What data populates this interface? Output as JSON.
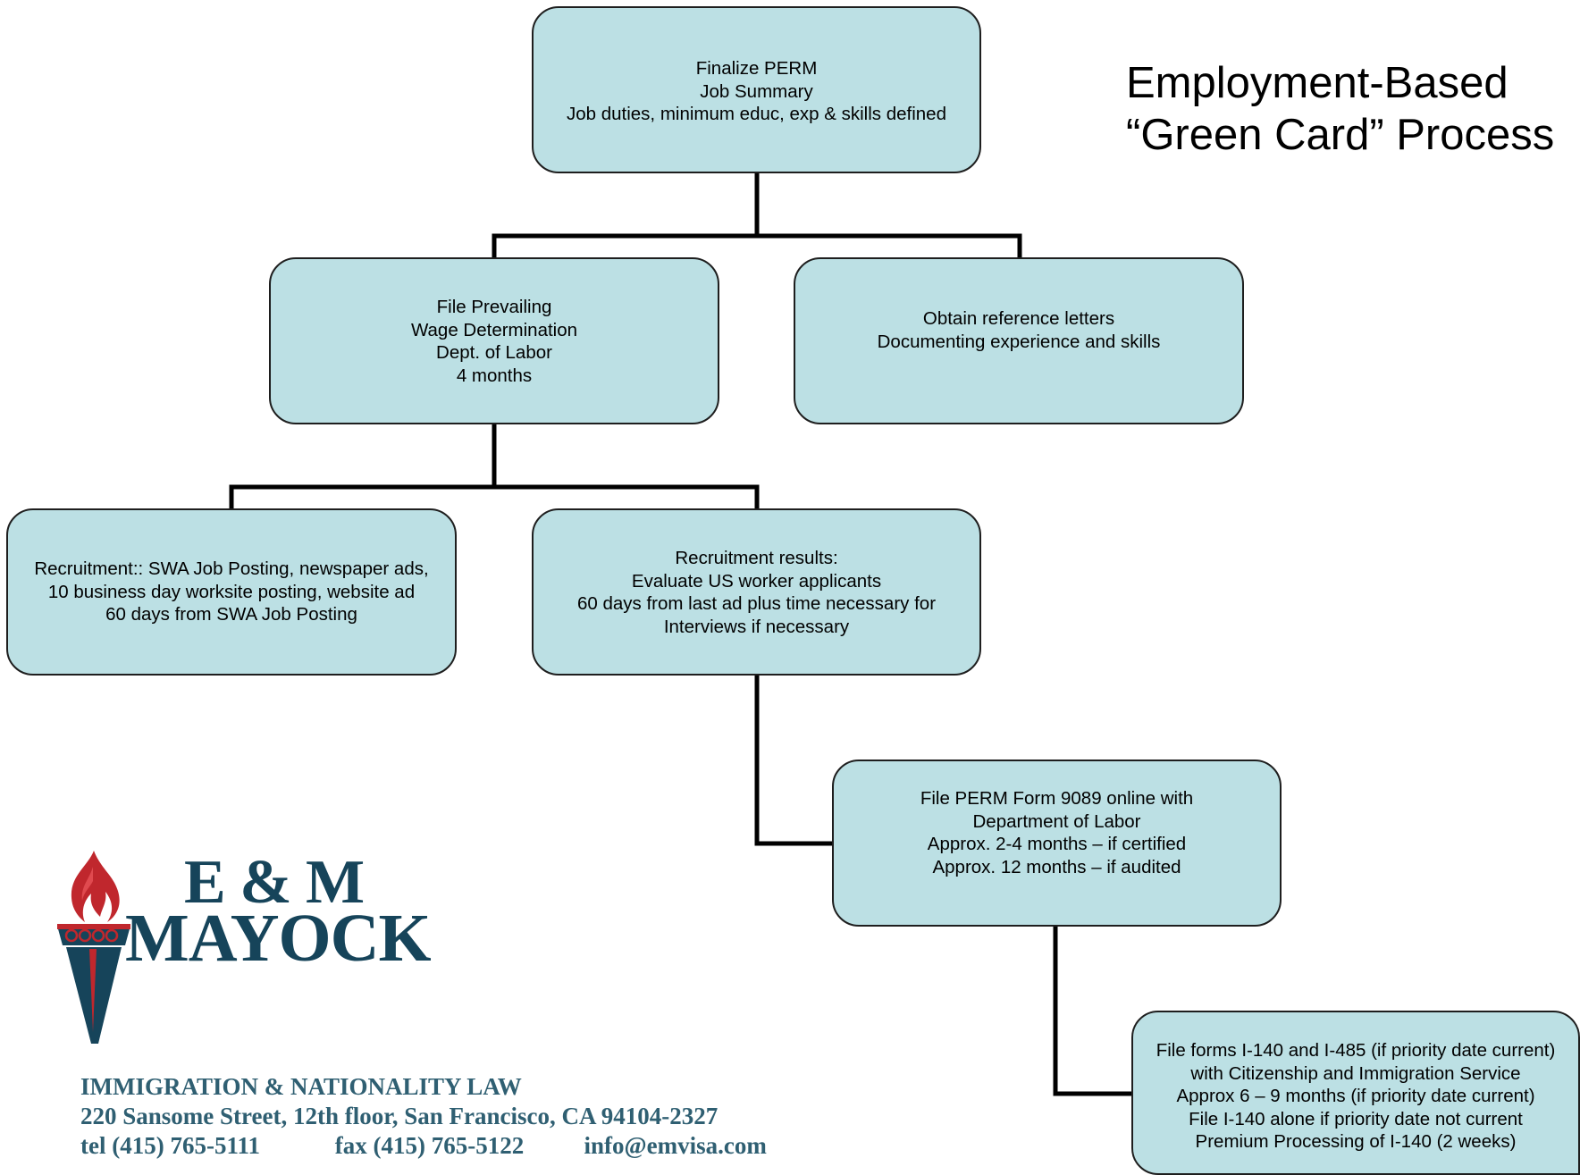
{
  "title": {
    "lines": [
      "Employment-Based",
      "“Green Card” Process"
    ]
  },
  "nodes": {
    "finalize_perm": {
      "lines": [
        "Finalize PERM",
        "Job Summary",
        "Job duties, minimum educ, exp & skills defined"
      ]
    },
    "prevailing_wage": {
      "lines": [
        "File Prevailing",
        "Wage Determination",
        "Dept. of Labor",
        "4 months"
      ]
    },
    "reference_letters": {
      "lines": [
        "Obtain reference letters",
        "Documenting experience and skills"
      ]
    },
    "recruitment": {
      "lines": [
        "Recruitment:: SWA Job Posting, newspaper ads,",
        "10 business day worksite posting, website ad",
        "60 days from SWA Job Posting"
      ]
    },
    "recruitment_results": {
      "lines": [
        "Recruitment results:",
        "Evaluate US worker applicants",
        "60 days from last ad plus time necessary for",
        "Interviews if necessary"
      ]
    },
    "perm_9089": {
      "lines": [
        "File PERM Form 9089 online with",
        "Department of Labor",
        "Approx. 2-4 months – if certified",
        "Approx. 12 months – if audited"
      ]
    },
    "i140_i485": {
      "lines": [
        "File forms I-140 and I-485 (if priority date current)",
        "with  Citizenship and Immigration Service",
        "Approx 6 – 9 months (if priority date current)",
        "File I-140 alone if priority date not current",
        "Premium Processing of I-140 (2 weeks)"
      ]
    }
  },
  "logo": {
    "line1": "E & M",
    "line2": "MAYOCK"
  },
  "footer": {
    "practice": "IMMIGRATION & NATIONALITY LAW",
    "address": "220 Sansome Street, 12th floor, San Francisco, CA 94104-2327",
    "tel": "tel (415) 765-5111",
    "fax": "fax (415) 765-5122",
    "email": "info@emvisa.com"
  },
  "colors": {
    "node_fill": "#bce0e4",
    "node_border": "#1e1e1e",
    "logo_navy": "#16445a",
    "torch_red": "#c0272d",
    "footer_text": "#2f5f72"
  }
}
